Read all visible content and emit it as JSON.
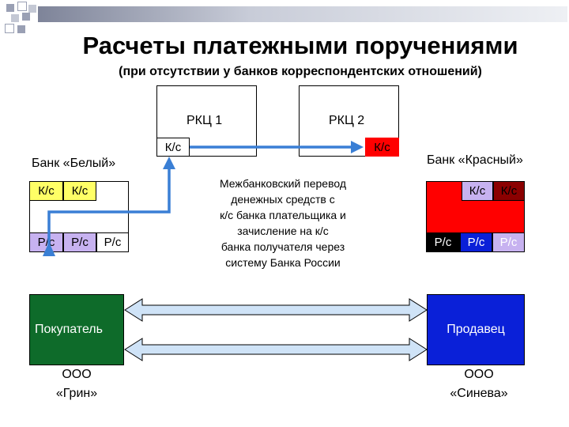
{
  "title": "Расчеты платежными поручениями",
  "subtitle": "(при отсутствии у банков корреспондентских отношений)",
  "rkc1": {
    "label": "РКЦ 1",
    "account": "К/с"
  },
  "rkc2": {
    "label": "РКЦ 2",
    "account": "К/с"
  },
  "bank_white": {
    "name": "Банк «Белый»",
    "row1": [
      "К/с",
      "К/с"
    ],
    "row2": [
      "Р/с",
      "Р/с",
      "Р/с"
    ]
  },
  "bank_red": {
    "name": "Банк  «Красный»",
    "row1": [
      "К/с",
      "К/с"
    ],
    "row2": [
      "Р/с",
      "Р/с",
      "Р/с"
    ]
  },
  "transfer_text": [
    "Межбанковский перевод",
    "денежных средств с",
    "к/с банка плательщика и",
    "зачисление на к/с",
    "банка получателя через",
    "систему Банка России"
  ],
  "buyer": {
    "label": "Покупатель",
    "org_line1": "ООО",
    "org_line2": "«Грин»"
  },
  "seller": {
    "label": "Продавец",
    "org_line1": "ООО",
    "org_line2": "«Синева»"
  },
  "colors": {
    "yellow": "#ffff66",
    "green": "#0e6b2a",
    "blue": "#0a20d8",
    "red": "#ff0000",
    "dark_red": "#8b0000",
    "lavender": "#c7b2f0",
    "arrow": "#3a7fd5",
    "deco_gray": "#9aa0b4"
  }
}
